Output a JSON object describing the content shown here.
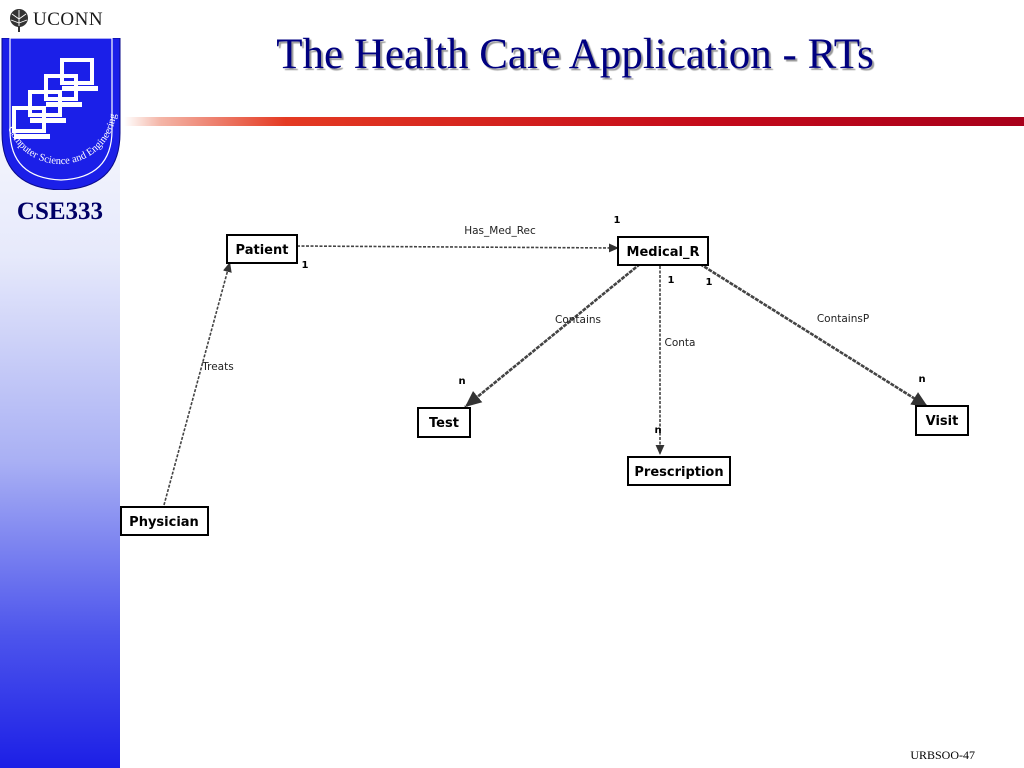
{
  "header": {
    "brand": "UCONN",
    "title": "The Health Care Application - RTs"
  },
  "sidebar": {
    "seal_text": "Computer Science and Engineering",
    "course": "CSE333"
  },
  "footer": {
    "slide_ref": "URBSOO-47"
  },
  "diagram": {
    "entities": {
      "patient": "Patient",
      "medical": "Medical_R",
      "test": "Test",
      "prescription": "Prescription",
      "visit": "Visit",
      "physician": "Physician"
    },
    "relationships": {
      "has_med_rec": "Has_Med_Rec",
      "treats": "Treats",
      "contains": "Contains",
      "conta": "Conta",
      "containsp": "ContainsP"
    },
    "cardinalities": {
      "has_med_rec_patient": "1",
      "has_med_rec_medical": "1",
      "contains_medical": "1",
      "conta_medical": "1",
      "contains_test": "n",
      "conta_prescription": "n",
      "containsp_visit": "n"
    }
  },
  "colors": {
    "title": "#000080",
    "course": "#000066",
    "rule": "#c40a1a",
    "sidebar_bottom": "#1c1fe6"
  }
}
